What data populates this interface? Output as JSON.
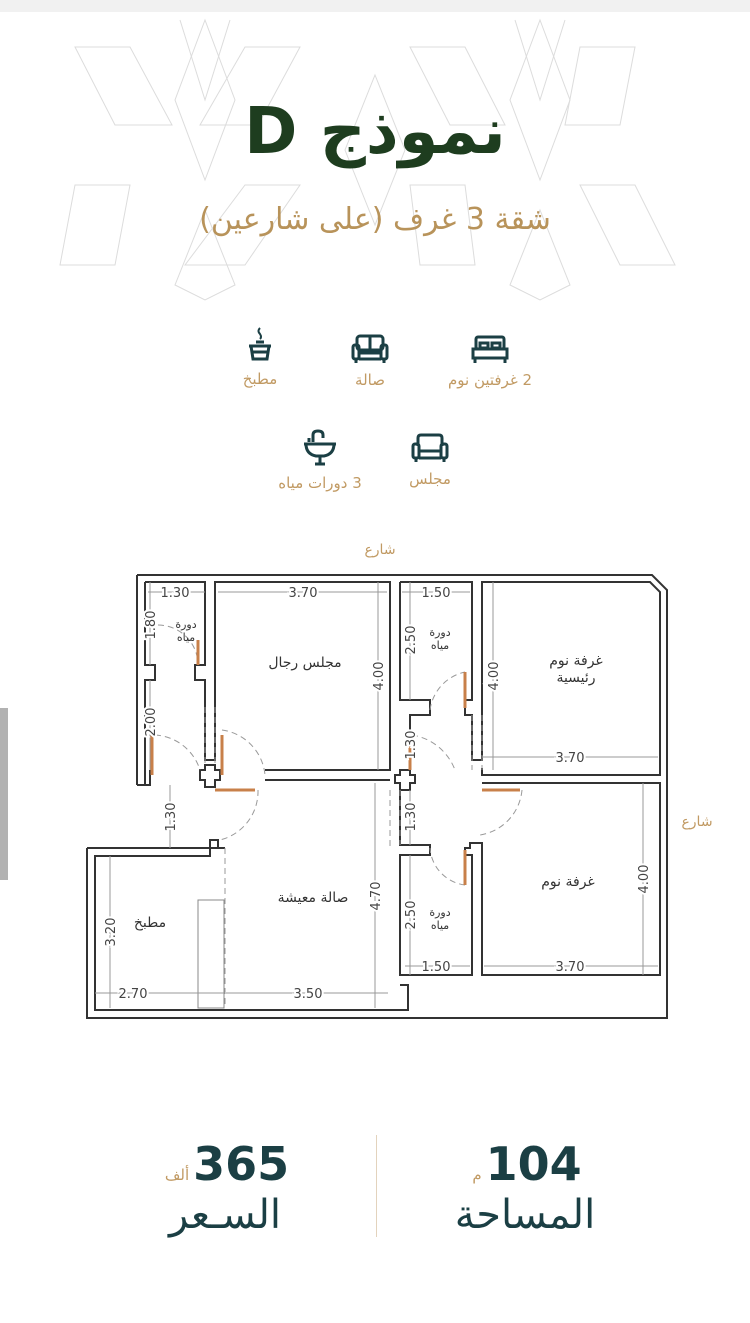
{
  "header": {
    "title": "نموذج D",
    "subtitle": "شقة 3 غرف (على شارعين)"
  },
  "colors": {
    "title": "#1e3d1f",
    "accent_gold": "#c19a63",
    "icon_teal": "#1b3f44",
    "wall": "#333333",
    "door": "#c8804a"
  },
  "amenities": [
    {
      "icon": "bed-icon",
      "label": "2 غرفتين نوم"
    },
    {
      "icon": "sofa-icon",
      "label": "صالة"
    },
    {
      "icon": "cooking-pot-icon",
      "label": "مطبخ"
    },
    {
      "icon": "armchair-icon",
      "label": "مجلس"
    },
    {
      "icon": "sink-icon",
      "label": "3 دورات مياه"
    }
  ],
  "floor_plan": {
    "street_top": "شارع",
    "street_right": "شارع",
    "rooms": {
      "wc_top_left": "دورة\nمياه",
      "majlis": "مجلس رجال",
      "wc_top_right": "دورة\nمياه",
      "master_bedroom": "غرفة نوم\nرئيسية",
      "kitchen": "مطبخ",
      "living": "صالة معيشة",
      "wc_bottom_right": "دورة\nمياه",
      "bedroom": "غرفة نوم"
    },
    "dimensions": {
      "wc_tl_width": "1.30",
      "wc_tl_height": "1.80",
      "corridor_left_height": "2.00",
      "majlis_width": "3.70",
      "majlis_height": "4.00",
      "wc_tr_width": "1.50",
      "wc_tr_height": "2.50",
      "master_height": "4.00",
      "master_width": "3.70",
      "corridor_right_height": "1.30",
      "corridor_mid_right": "1.30",
      "corridor_left_gap": "1.30",
      "kitchen_height": "3.20",
      "kitchen_width": "2.70",
      "living_width": "3.50",
      "living_height": "4.70",
      "wc_br_height": "2.50",
      "wc_br_width": "1.50",
      "bedroom_width": "3.70",
      "bedroom_height": "4.00"
    }
  },
  "stats": {
    "area": {
      "value": "104",
      "unit": "م",
      "label": "المساحة"
    },
    "price": {
      "value": "365",
      "unit": "ألف",
      "label": "السـعر"
    }
  }
}
